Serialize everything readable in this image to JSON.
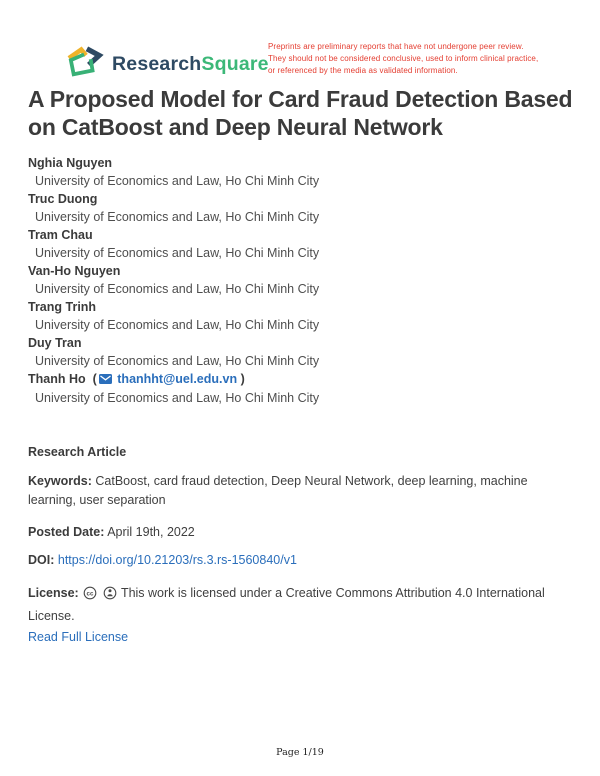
{
  "brand": {
    "name_part1": "Research",
    "name_part2": "Square"
  },
  "disclaimer": {
    "line1": "Preprints are preliminary reports that have not undergone peer review.",
    "line2": "They should not be considered conclusive, used to inform clinical practice,",
    "line3": "or referenced by the media as validated information."
  },
  "paper": {
    "title": "A Proposed Model for Card Fraud Detection Based on CatBoost and Deep Neural Network"
  },
  "authors": [
    {
      "name": "Nghia Nguyen",
      "affiliation": "University of Economics and Law, Ho Chi Minh City"
    },
    {
      "name": "Truc Duong",
      "affiliation": "University of Economics and Law, Ho Chi Minh City"
    },
    {
      "name": "Tram Chau",
      "affiliation": "University of Economics and Law, Ho Chi Minh City"
    },
    {
      "name": "Van-Ho Nguyen",
      "affiliation": "University of Economics and Law, Ho Chi Minh City"
    },
    {
      "name": "Trang Trinh",
      "affiliation": "University of Economics and Law, Ho Chi Minh City"
    },
    {
      "name": "Duy Tran",
      "affiliation": "University of Economics and Law, Ho Chi Minh City"
    },
    {
      "name": "Thanh Ho",
      "email": "thanhht@uel.edu.vn",
      "paren_open": "(",
      "paren_close": ")",
      "affiliation": "University of Economics and Law, Ho Chi Minh City"
    }
  ],
  "meta": {
    "article_type": "Research Article",
    "keywords_label": "Keywords:",
    "keywords": "CatBoost, card fraud detection, Deep Neural Network, deep learning, machine learning, user separation",
    "posted_label": "Posted Date:",
    "posted_value": "April 19th, 2022",
    "doi_label": "DOI:",
    "doi_value": "https://doi.org/10.21203/rs.3.rs-1560840/v1",
    "license_label": "License:",
    "license_text": "This work is licensed under a Creative Commons Attribution 4.0 International License.",
    "license_link": "Read Full License"
  },
  "footer": {
    "page_indicator": "Page 1/19"
  },
  "colors": {
    "brand_navy": "#2e4a63",
    "brand_green": "#3cb878",
    "brand_yellow": "#efb32a",
    "disclaimer_red": "#e43d30",
    "link_blue": "#2a6ebb",
    "text_dark": "#3b3b3b"
  }
}
